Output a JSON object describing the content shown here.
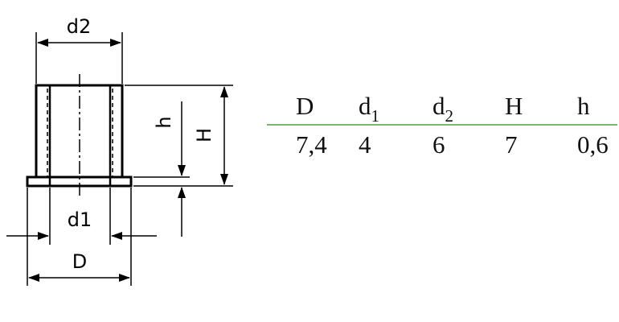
{
  "drawing": {
    "labels": {
      "d2": "d2",
      "d1": "d1",
      "D": "D",
      "h": "h",
      "H": "H"
    }
  },
  "table": {
    "headers": {
      "D": "D",
      "d1_base": "d",
      "d1_sub": "1",
      "d2_base": "d",
      "d2_sub": "2",
      "H": "H",
      "h": "h"
    },
    "values": {
      "D": "7,4",
      "d1": "4",
      "d2": "6",
      "H": "7",
      "h": "0,6"
    },
    "divider_color": "#7cb46c"
  }
}
